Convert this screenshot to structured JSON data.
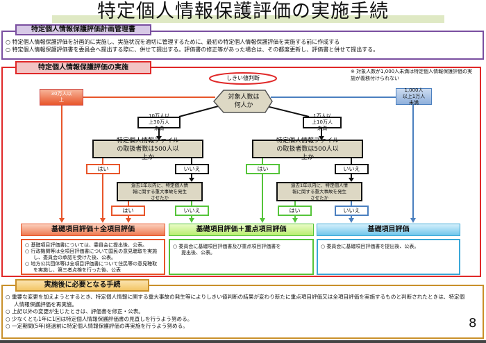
{
  "title": "特定個人情報保護評価の実施手続",
  "plan": {
    "label": "特定個人情報保護評価計画管理書",
    "items": [
      "○ 特定個人情報保護評価を計画的に実施し、実施状況を適切に管理するために、最初の特定個人情報保護評価を実施する前に作成する",
      "○ 特定個人情報保護評価書を委員会へ提出する際に、併せて提出する。評価書の修正等があった場合は、その都度更新し、評価書と併せて提出する。"
    ]
  },
  "implementation": {
    "label": "特定個人情報保護評価の実施",
    "threshold": "しきい値判断",
    "note": "※ 対象人数が1,000人未満は特定個人情報保護評価の実施が義務付けられない",
    "question": "対象人数は何人か",
    "ranges": {
      "r300k": "30万人以上",
      "r100k": "10万人以上30万人未満",
      "r10k": "1万人以上10万人未満",
      "r1k": "1,000人以上1万人未満"
    },
    "q_handlers": "特定個人情報ファイルの取扱者数は500人以上か",
    "q_incident": "過去1年以内に、特定個人情報に関する重大事故を発生させたか",
    "yes": "はい",
    "no": "いいえ",
    "results": [
      {
        "title": "基礎項目評価＋全項目評価",
        "items": [
          "○ 基礎項目評価書については、委員会に提出後、公表。",
          "○ 行政機関等は全項目評価書について国民の意見聴取を実施し、委員会の承認を受けた後、公表。",
          "○ 地方公共団体等は全項目評価書について住民等の意見聴取を実施し、第三者点検を行った後、公表"
        ]
      },
      {
        "title": "基礎項目評価＋重点項目評価",
        "items": [
          "○ 委員会に基礎項目評価書及び重点項目評価書を提出後、公表。"
        ]
      },
      {
        "title": "基礎項目評価",
        "items": [
          "○ 委員会に基礎項目評価書を提出後、公表。"
        ]
      }
    ]
  },
  "after": {
    "label": "実施後に必要となる手続",
    "items": [
      "○ 重要な変更を加えようとするとき、特定個人情報に関する重大事故の発生等によりしきい値判断の結果が変わり新たに重点項目評価又は全項目評価を実施するものと判断されたときは、特定個人情報保護評価を再実施。",
      "○ 上記以外の変更が生じたときは、評価書を修正・公表。",
      "○ 少なくとも1年に1回は特定個人情報保護評価書の見直しを行うよう努める。",
      "○ 一定期間(5年)経過前に特定個人情報保護評価の再実施を行うよう努める。"
    ]
  },
  "page_number": "8",
  "colors": {
    "purple": "#7a4fa0",
    "red": "#e02828",
    "orange": "#e8552a",
    "green": "#55c43a",
    "blue": "#4a7fbf",
    "cyan": "#3aa8d8",
    "gold": "#c9902a"
  }
}
